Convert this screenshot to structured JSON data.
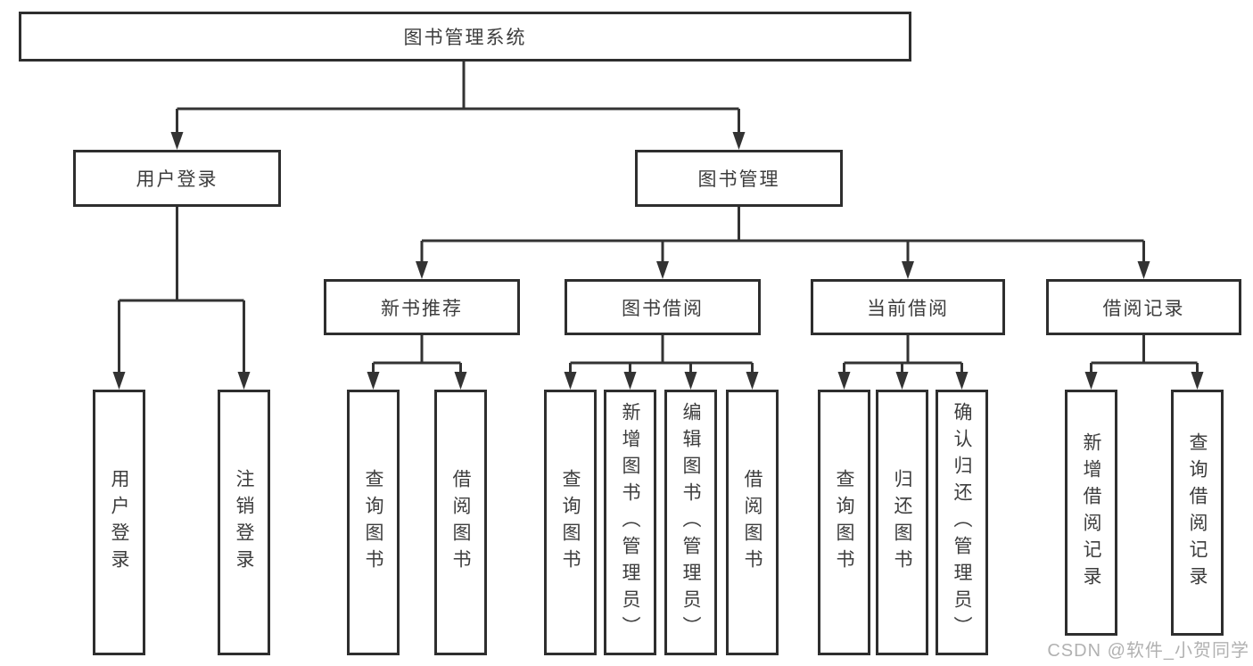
{
  "diagram": {
    "title_node": "图书管理系统",
    "level2": {
      "user_login": "用户登录",
      "book_management": "图书管理"
    },
    "level3": {
      "new_book_recommendation": "新书推荐",
      "book_borrowing": "图书借阅",
      "current_borrowing": "当前借阅",
      "borrowing_records": "借阅记录"
    },
    "leaves": {
      "user_login": [
        "用户登录",
        "注销登录"
      ],
      "new_book_recommendation": [
        "查询图书",
        "借阅图书"
      ],
      "book_borrowing": [
        "查询图书",
        "新增图书（管理员）",
        "编辑图书（管理员）",
        "借阅图书"
      ],
      "current_borrowing": [
        "查询图书",
        "归还图书",
        "确认归还（管理员）"
      ],
      "borrowing_records": [
        "新增借阅记录",
        "查询借阅记录"
      ]
    }
  },
  "watermark": {
    "text": "CSDN @软件_小贺同学"
  },
  "colors": {
    "line": "#333333",
    "box_border": "#2e2e2e",
    "text": "#3d3d3d",
    "background": "#ffffff",
    "watermark": "#9e9e9e"
  }
}
